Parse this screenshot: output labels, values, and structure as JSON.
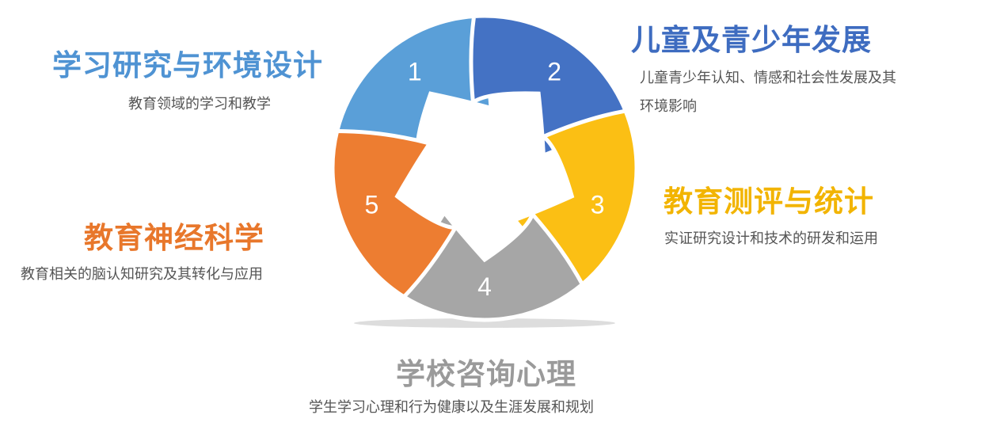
{
  "segments": [
    {
      "number": "1",
      "title": "学习研究与环境设计",
      "desc": "教育领域的学习和教学",
      "color": "#5a9fd8",
      "title_color": "#4f93d3"
    },
    {
      "number": "2",
      "title": "儿童及青少年发展",
      "desc": "儿童青少年认知、情感和社会性发展及其",
      "desc2": "环境影响",
      "color": "#4472c4",
      "title_color": "#3e6cc0"
    },
    {
      "number": "3",
      "title": "教育测评与统计",
      "desc": "实证研究设计和技术的研发和运用",
      "color": "#fbbf14",
      "title_color": "#f2b400"
    },
    {
      "number": "4",
      "title": "学校咨询心理",
      "desc": "学生学习心理和行为健康以及生涯发展和规划",
      "color": "#a6a6a6",
      "title_color": "#9a9a9a"
    },
    {
      "number": "5",
      "title": "教育神经科学",
      "desc": "教育相关的脑认知研究及其转化与应用",
      "color": "#ed7d31",
      "title_color": "#e8772b"
    }
  ]
}
